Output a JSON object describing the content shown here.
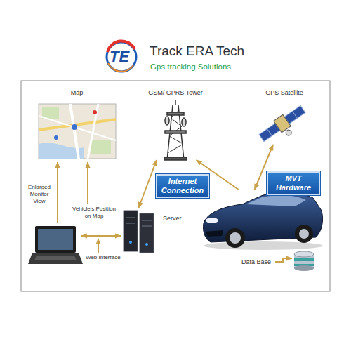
{
  "diagram": {
    "title": "Track ERA Tech",
    "nodes": [
      {
        "text": [
          "Map"
        ]
      },
      {
        "text": [
          "GSM/ GPRS Tower"
        ]
      },
      {
        "text": [
          "GPS Satellite"
        ]
      },
      {
        "text": [
          "Internet Connection"
        ]
      },
      {
        "text": [
          "MVT Hardware"
        ]
      },
      {
        "text": [
          "Server"
        ]
      },
      {
        "text": [
          "Data Base"
        ]
      }
    ],
    "edges": [
      {
        "from": 1,
        "to": 5,
        "arrow": "both"
      },
      {
        "from": 4,
        "to": 1,
        "arrow": "to"
      },
      {
        "from": 4,
        "to": 2,
        "arrow": "both"
      }
    ],
    "labels": [
      "TE",
      "Gps tracking Solutions",
      "Enlarged Monitor View",
      "Vehicle's Position on Map",
      "Web Interface"
    ]
  }
}
